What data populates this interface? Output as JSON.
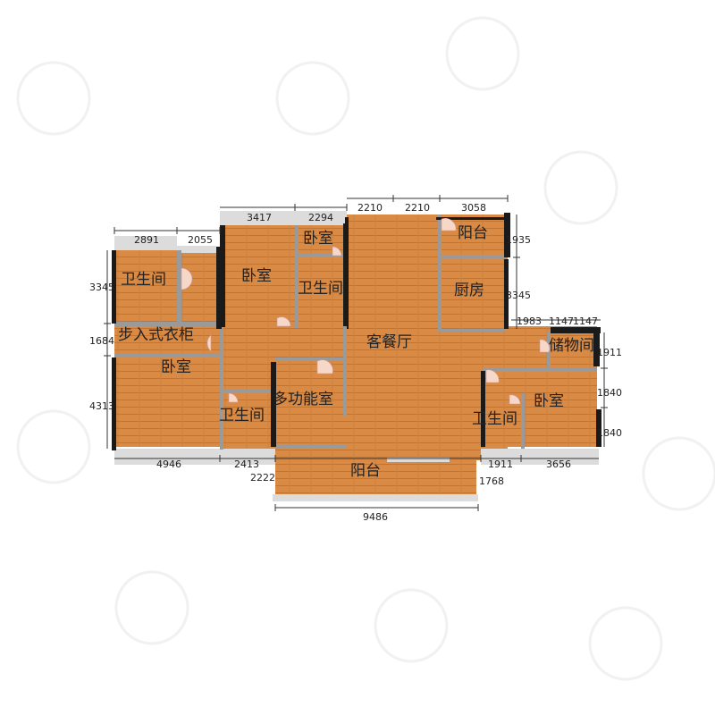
{
  "colors": {
    "floor": "#d98a45",
    "wall": "#1a1a1a",
    "partition": "#9a9a9a",
    "window": "#d8d8d8",
    "dim_line": "#333333",
    "door": "#f5d0c0"
  },
  "rooms": [
    {
      "id": "bathroom-1",
      "label": "卫生间"
    },
    {
      "id": "bedroom-1",
      "label": "卧室"
    },
    {
      "id": "bedroom-2",
      "label": "卧室"
    },
    {
      "id": "bathroom-2",
      "label": "卫生间"
    },
    {
      "id": "balcony-1",
      "label": "阳台"
    },
    {
      "id": "kitchen",
      "label": "厨房"
    },
    {
      "id": "walk-in-closet",
      "label": "步入式衣柜"
    },
    {
      "id": "living-dining",
      "label": "客餐厅"
    },
    {
      "id": "storage",
      "label": "储物间"
    },
    {
      "id": "bedroom-3",
      "label": "卧室"
    },
    {
      "id": "bathroom-3",
      "label": "卫生间"
    },
    {
      "id": "multi-function",
      "label": "多功能室"
    },
    {
      "id": "bathroom-4",
      "label": "卫生间"
    },
    {
      "id": "bedroom-4",
      "label": "卧室"
    },
    {
      "id": "balcony-2",
      "label": "阳台"
    }
  ],
  "dimensions": {
    "top": [
      "2891",
      "2055",
      "3417",
      "2294",
      "2210",
      "2210",
      "3058"
    ],
    "right": [
      "1935",
      "3345",
      "1911",
      "1840",
      "1840"
    ],
    "right_small": [
      "1983",
      "1147",
      "1147"
    ],
    "left": [
      "3345",
      "1684",
      "4313"
    ],
    "bottom": [
      "4946",
      "2413",
      "1911",
      "3656"
    ],
    "bottom_extra": [
      "2222",
      "1768",
      "9486"
    ]
  }
}
